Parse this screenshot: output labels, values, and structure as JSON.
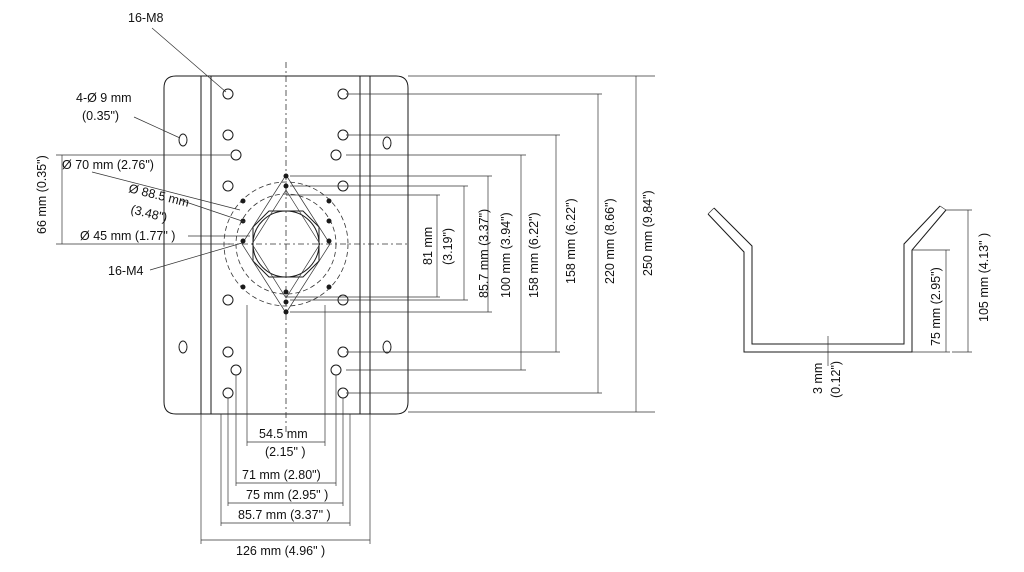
{
  "labels": {
    "m8": "16-M8",
    "hole_dia": "4-Ø 9 mm",
    "hole_dia_in": "(0.35\")",
    "offset": "66 mm (0.35\")",
    "d70": "Ø 70 mm (2.76\")",
    "d88": "Ø 88.5 mm",
    "d88_in": "(3.48\")",
    "d45": "Ø 45 mm (1.77\" )",
    "m4": "16-M4",
    "v81": "81 mm",
    "v81_in": "(3.19\")",
    "v85": "85.7 mm (3.37\")",
    "v100": "100 mm (3.94\")",
    "v158a": "158 mm (6.22\")",
    "v158b": "158 mm (6.22\")",
    "v220": "220 mm (8.66\")",
    "v250": "250 mm (9.84\")",
    "h545": "54.5 mm",
    "h545_in": "(2.15\" )",
    "h71": "71 mm (2.80\")",
    "h75": "75 mm (2.95\" )",
    "h857": "85.7 mm (3.37\" )",
    "h126": "126 mm (4.96\" )",
    "t3": "3 mm",
    "t3_in": "(0.12\")",
    "s75": "75 mm (2.95\")",
    "s105": "105 mm (4.13\" )"
  }
}
